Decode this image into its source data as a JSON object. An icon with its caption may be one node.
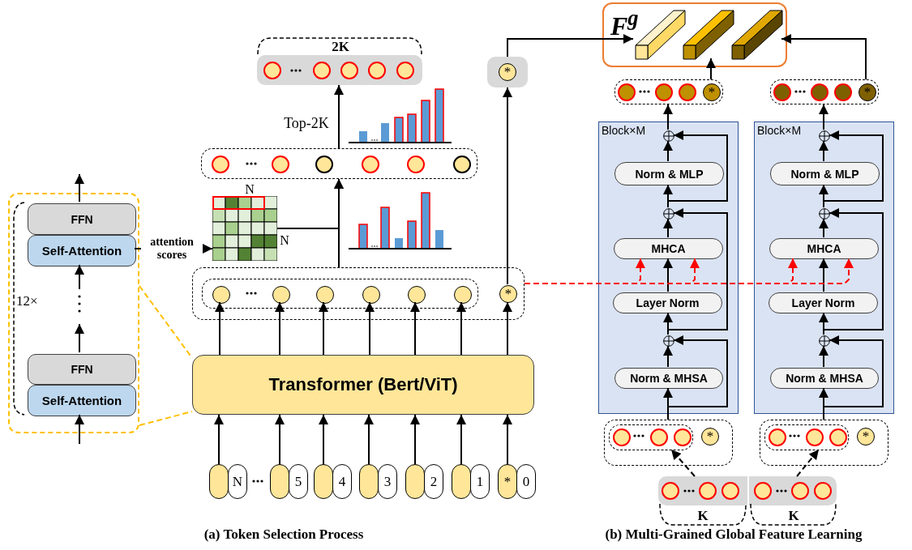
{
  "diagram": {
    "nodes": [
      {
        "text": [],
        "shape": "box"
      },
      {
        "text": [
          "FFN"
        ],
        "in": 0
      },
      {
        "text": [
          "Self-Attention"
        ],
        "in": 0
      },
      {
        "text": [
          "FFN"
        ],
        "in": 0
      },
      {
        "text": [
          "Self-Attention"
        ],
        "in": 0
      },
      {
        "text": [
          "Transformer (Bert/ViT)"
        ]
      },
      {
        "text": [
          "N"
        ]
      },
      {
        "text": [
          "5"
        ]
      },
      {
        "text": [
          "4"
        ]
      },
      {
        "text": [
          "3"
        ]
      },
      {
        "text": [
          "2"
        ]
      },
      {
        "text": [
          "1"
        ]
      },
      {
        "text": [
          "*",
          "0"
        ]
      },
      {
        "text": [],
        "shape": "box"
      },
      {
        "text": [],
        "shape": "box",
        "in": 13
      },
      {
        "text": [],
        "shape": "circle",
        "in": 14
      },
      {
        "text": [],
        "shape": "circle",
        "in": 14
      },
      {
        "text": [],
        "shape": "circle",
        "in": 14
      },
      {
        "text": [],
        "shape": "circle",
        "in": 14
      },
      {
        "text": [],
        "shape": "circle",
        "in": 14
      },
      {
        "text": [],
        "shape": "circle",
        "in": 14
      },
      {
        "text": [
          "*"
        ],
        "in": 13
      },
      {
        "text": [],
        "shape": "picture",
        "beside": [
          "N",
          "N"
        ]
      },
      {
        "text": [],
        "shape": "box"
      },
      {
        "text": [],
        "shape": "box",
        "beside": [
          "2K"
        ]
      },
      {
        "text": [],
        "shape": "box"
      },
      {
        "text": [
          "F$^{g}$"
        ]
      },
      {
        "text": [],
        "shape": "cuboid",
        "in": 26
      },
      {
        "text": [],
        "shape": "cuboid",
        "in": 26
      },
      {
        "text": [],
        "shape": "cuboid",
        "in": 26
      },
      {
        "text": [],
        "shape": "box"
      },
      {
        "text": [
          "Block×M"
        ]
      },
      {
        "text": [],
        "shape": "circle",
        "in": 31
      },
      {
        "text": [
          "Norm & MLP"
        ],
        "in": 31
      },
      {
        "text": [],
        "shape": "circle",
        "in": 31
      },
      {
        "text": [
          "MHCA"
        ],
        "in": 31
      },
      {
        "text": [
          "Layer Norm"
        ],
        "in": 31
      },
      {
        "text": [],
        "shape": "circle",
        "in": 31
      },
      {
        "text": [
          "Norm & MHSA"
        ],
        "in": 31
      },
      {
        "text": [],
        "shape": "box"
      },
      {
        "text": [],
        "shape": "box",
        "in": 39
      },
      {
        "text": [],
        "shape": "box"
      },
      {
        "text": [
          "Block×M"
        ]
      },
      {
        "text": [],
        "shape": "circle",
        "in": 42
      },
      {
        "text": [
          "Norm & MLP"
        ],
        "in": 42
      },
      {
        "text": [],
        "shape": "circle",
        "in": 42
      },
      {
        "text": [
          "MHCA"
        ],
        "in": 42
      },
      {
        "text": [
          "Layer Norm"
        ],
        "in": 42
      },
      {
        "text": [],
        "shape": "circle",
        "in": 42
      },
      {
        "text": [
          "Norm & MHSA"
        ],
        "in": 42
      },
      {
        "text": [],
        "shape": "box"
      },
      {
        "text": [],
        "shape": "box",
        "in": 50
      },
      {
        "text": [],
        "shape": "box",
        "beside": [
          "K"
        ]
      },
      {
        "text": [],
        "shape": "box",
        "beside": [
          "K"
        ]
      },
      {
        "text": [
          "*"
        ],
        "in": 25
      },
      {
        "text": [
          "*"
        ],
        "in": 30
      },
      {
        "text": [
          "*"
        ],
        "in": 39
      },
      {
        "text": [
          "*"
        ],
        "in": 41
      },
      {
        "text": [
          "*"
        ],
        "in": 50
      }
    ],
    "edges": [
      {
        "from": null,
        "to": 4,
        "arrow": "to"
      },
      {
        "from": 3,
        "to": null,
        "arrow": "to"
      },
      {
        "from": null,
        "to": 2,
        "arrow": "to"
      },
      {
        "from": 1,
        "to": null,
        "arrow": "to"
      },
      {
        "from": 2,
        "to": 22,
        "arrow": "to",
        "label": "attention scores"
      },
      {
        "from": 0,
        "to": 5,
        "arrow": "none",
        "style": "dashed",
        "color": "#ffc000"
      },
      {
        "from": 0,
        "to": 5,
        "arrow": "none",
        "style": "dashed",
        "color": "#ffc000"
      },
      {
        "from": 6,
        "to": 5,
        "arrow": "to"
      },
      {
        "from": 7,
        "to": 5,
        "arrow": "to"
      },
      {
        "from": 8,
        "to": 5,
        "arrow": "to"
      },
      {
        "from": 9,
        "to": 5,
        "arrow": "to"
      },
      {
        "from": 10,
        "to": 5,
        "arrow": "to"
      },
      {
        "from": 11,
        "to": 5,
        "arrow": "to"
      },
      {
        "from": 12,
        "to": 5,
        "arrow": "to"
      },
      {
        "from": 5,
        "to": 15,
        "arrow": "to"
      },
      {
        "from": 5,
        "to": 16,
        "arrow": "to"
      },
      {
        "from": 5,
        "to": 17,
        "arrow": "to"
      },
      {
        "from": 5,
        "to": 18,
        "arrow": "to"
      },
      {
        "from": 5,
        "to": 19,
        "arrow": "to"
      },
      {
        "from": 5,
        "to": 20,
        "arrow": "to"
      },
      {
        "from": 5,
        "to": 21,
        "arrow": "to"
      },
      {
        "from": 13,
        "to": 23,
        "arrow": "to"
      },
      {
        "from": 22,
        "to": 23,
        "arrow": "to"
      },
      {
        "from": 23,
        "to": 24,
        "arrow": "to",
        "label": "Top-2K"
      },
      {
        "from": 21,
        "to": 25,
        "arrow": "to"
      },
      {
        "from": 25,
        "to": 27,
        "arrow": "to"
      },
      {
        "from": 39,
        "to": 38,
        "arrow": "to"
      },
      {
        "from": 39,
        "to": 37,
        "arrow": "to"
      },
      {
        "from": 38,
        "to": 37,
        "arrow": "to"
      },
      {
        "from": 37,
        "to": 36,
        "arrow": "to"
      },
      {
        "from": 37,
        "to": 34,
        "arrow": "to"
      },
      {
        "from": 36,
        "to": 35,
        "arrow": "to"
      },
      {
        "from": 35,
        "to": 34,
        "arrow": "to"
      },
      {
        "from": 34,
        "to": 33,
        "arrow": "to"
      },
      {
        "from": 34,
        "to": 32,
        "arrow": "to"
      },
      {
        "from": 33,
        "to": 32,
        "arrow": "to"
      },
      {
        "from": 32,
        "to": 30,
        "arrow": "to"
      },
      {
        "from": 30,
        "to": 28,
        "arrow": "to"
      },
      {
        "from": 52,
        "to": 40,
        "arrow": "to",
        "style": "dashed"
      },
      {
        "from": 50,
        "to": 49,
        "arrow": "to"
      },
      {
        "from": 50,
        "to": 48,
        "arrow": "to"
      },
      {
        "from": 49,
        "to": 48,
        "arrow": "to"
      },
      {
        "from": 48,
        "to": 47,
        "arrow": "to"
      },
      {
        "from": 48,
        "to": 45,
        "arrow": "to"
      },
      {
        "from": 47,
        "to": 46,
        "arrow": "to"
      },
      {
        "from": 46,
        "to": 45,
        "arrow": "to"
      },
      {
        "from": 45,
        "to": 44,
        "arrow": "to"
      },
      {
        "from": 45,
        "to": 43,
        "arrow": "to"
      },
      {
        "from": 44,
        "to": 43,
        "arrow": "to"
      },
      {
        "from": 43,
        "to": 41,
        "arrow": "to"
      },
      {
        "from": 41,
        "to": 29,
        "arrow": "to"
      },
      {
        "from": 53,
        "to": 51,
        "arrow": "to",
        "style": "dashed"
      },
      {
        "from": 13,
        "to": 35,
        "arrow": "to",
        "style": "dashed",
        "color": "#ff0000"
      },
      {
        "from": 13,
        "to": 35,
        "arrow": "to",
        "style": "dashed",
        "color": "#ff0000"
      },
      {
        "from": 13,
        "to": 46,
        "arrow": "to",
        "style": "dashed",
        "color": "#ff0000"
      },
      {
        "from": 13,
        "to": 46,
        "arrow": "to",
        "style": "dashed",
        "color": "#ff0000"
      }
    ],
    "labels": [
      "12×",
      "(a) Token Selection Process",
      "(b) Multi-Grained Global Feature Learning"
    ]
  }
}
